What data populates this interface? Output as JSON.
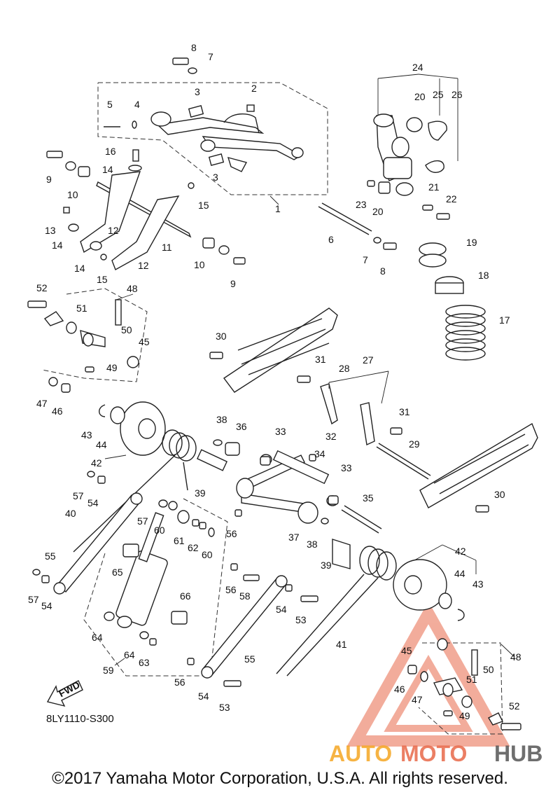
{
  "diagram": {
    "code": "8LY1110-S300",
    "fwd_label": "FWD",
    "watermark": {
      "part1": "AUTO",
      "part2": "MOTO",
      "part3": "HUB",
      "color_auto": "#f5a623",
      "color_moto": "#e8694a",
      "color_hub": "#555555"
    },
    "copyright": "©2017 Yamaha Motor Corporation, U.S.A. All rights reserved.",
    "callouts": [
      {
        "id": "c8a",
        "text": "8"
      },
      {
        "id": "c7a",
        "text": "7"
      },
      {
        "id": "c3a",
        "text": "3"
      },
      {
        "id": "c2",
        "text": "2"
      },
      {
        "id": "c5",
        "text": "5"
      },
      {
        "id": "c4",
        "text": "4"
      },
      {
        "id": "c24",
        "text": "24"
      },
      {
        "id": "c20a",
        "text": "20"
      },
      {
        "id": "c25",
        "text": "25"
      },
      {
        "id": "c26",
        "text": "26"
      },
      {
        "id": "c9a",
        "text": "9"
      },
      {
        "id": "c16",
        "text": "16"
      },
      {
        "id": "c14a",
        "text": "14"
      },
      {
        "id": "c3b",
        "text": "3"
      },
      {
        "id": "c10a",
        "text": "10"
      },
      {
        "id": "c15a",
        "text": "15"
      },
      {
        "id": "c1",
        "text": "1"
      },
      {
        "id": "c21",
        "text": "21"
      },
      {
        "id": "c22",
        "text": "22"
      },
      {
        "id": "c23",
        "text": "23"
      },
      {
        "id": "c20b",
        "text": "20"
      },
      {
        "id": "c13",
        "text": "13"
      },
      {
        "id": "c14b",
        "text": "14"
      },
      {
        "id": "c12a",
        "text": "12"
      },
      {
        "id": "c11",
        "text": "11"
      },
      {
        "id": "c6",
        "text": "6"
      },
      {
        "id": "c14c",
        "text": "14"
      },
      {
        "id": "c12b",
        "text": "12"
      },
      {
        "id": "c15b",
        "text": "15"
      },
      {
        "id": "c10b",
        "text": "10"
      },
      {
        "id": "c7b",
        "text": "7"
      },
      {
        "id": "c8b",
        "text": "8"
      },
      {
        "id": "c9b",
        "text": "9"
      },
      {
        "id": "c19",
        "text": "19"
      },
      {
        "id": "c18",
        "text": "18"
      },
      {
        "id": "c17",
        "text": "17"
      },
      {
        "id": "c52a",
        "text": "52"
      },
      {
        "id": "c48a",
        "text": "48"
      },
      {
        "id": "c51a",
        "text": "51"
      },
      {
        "id": "c50a",
        "text": "50"
      },
      {
        "id": "c45a",
        "text": "45"
      },
      {
        "id": "c49a",
        "text": "49"
      },
      {
        "id": "c47a",
        "text": "47"
      },
      {
        "id": "c46a",
        "text": "46"
      },
      {
        "id": "c30a",
        "text": "30"
      },
      {
        "id": "c31a",
        "text": "31"
      },
      {
        "id": "c28",
        "text": "28"
      },
      {
        "id": "c27",
        "text": "27"
      },
      {
        "id": "c31b",
        "text": "31"
      },
      {
        "id": "c29",
        "text": "29"
      },
      {
        "id": "c43a",
        "text": "43"
      },
      {
        "id": "c44a",
        "text": "44"
      },
      {
        "id": "c42a",
        "text": "42"
      },
      {
        "id": "c38a",
        "text": "38"
      },
      {
        "id": "c36",
        "text": "36"
      },
      {
        "id": "c33a",
        "text": "33"
      },
      {
        "id": "c32",
        "text": "32"
      },
      {
        "id": "c34",
        "text": "34"
      },
      {
        "id": "c33b",
        "text": "33"
      },
      {
        "id": "c57a",
        "text": "57"
      },
      {
        "id": "c54a",
        "text": "54"
      },
      {
        "id": "c39a",
        "text": "39"
      },
      {
        "id": "c40",
        "text": "40"
      },
      {
        "id": "c57b",
        "text": "57"
      },
      {
        "id": "c60a",
        "text": "60"
      },
      {
        "id": "c61",
        "text": "61"
      },
      {
        "id": "c62",
        "text": "62"
      },
      {
        "id": "c60b",
        "text": "60"
      },
      {
        "id": "c56a",
        "text": "56"
      },
      {
        "id": "c35",
        "text": "35"
      },
      {
        "id": "c37",
        "text": "37"
      },
      {
        "id": "c38b",
        "text": "38"
      },
      {
        "id": "c30b",
        "text": "30"
      },
      {
        "id": "c55a",
        "text": "55"
      },
      {
        "id": "c65",
        "text": "65"
      },
      {
        "id": "c39b",
        "text": "39"
      },
      {
        "id": "c42b",
        "text": "42"
      },
      {
        "id": "c44b",
        "text": "44"
      },
      {
        "id": "c43b",
        "text": "43"
      },
      {
        "id": "c57c",
        "text": "57"
      },
      {
        "id": "c54b",
        "text": "54"
      },
      {
        "id": "c56b",
        "text": "56"
      },
      {
        "id": "c58",
        "text": "58"
      },
      {
        "id": "c66",
        "text": "66"
      },
      {
        "id": "c54c",
        "text": "54"
      },
      {
        "id": "c53a",
        "text": "53"
      },
      {
        "id": "c64a",
        "text": "64"
      },
      {
        "id": "c41",
        "text": "41"
      },
      {
        "id": "c55b",
        "text": "55"
      },
      {
        "id": "c64b",
        "text": "64"
      },
      {
        "id": "c63",
        "text": "63"
      },
      {
        "id": "c59",
        "text": "59"
      },
      {
        "id": "c45b",
        "text": "45"
      },
      {
        "id": "c48b",
        "text": "48"
      },
      {
        "id": "c50b",
        "text": "50"
      },
      {
        "id": "c51b",
        "text": "51"
      },
      {
        "id": "c46b",
        "text": "46"
      },
      {
        "id": "c47b",
        "text": "47"
      },
      {
        "id": "c56c",
        "text": "56"
      },
      {
        "id": "c54d",
        "text": "54"
      },
      {
        "id": "c53b",
        "text": "53"
      },
      {
        "id": "c49b",
        "text": "49"
      },
      {
        "id": "c52b",
        "text": "52"
      }
    ]
  }
}
